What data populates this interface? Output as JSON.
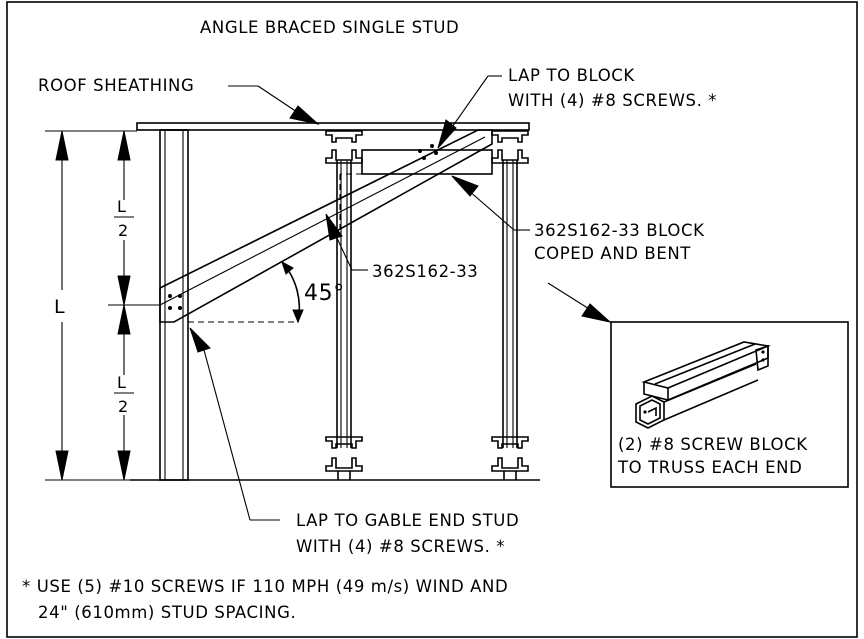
{
  "title": "ANGLE BRACED SINGLE STUD",
  "labels": {
    "roof_sheathing": "ROOF SHEATHING",
    "lap_block_1": "LAP TO BLOCK",
    "lap_block_2": "WITH (4) #8 SCREWS. *",
    "block_1": "362S162-33 BLOCK",
    "block_2": "COPED AND BENT",
    "brace": "362S162-33",
    "angle": "45°",
    "dim_total": "L",
    "dim_half_num": "L",
    "dim_half_den": "2",
    "dim_half2_num": "L",
    "dim_half2_den": "2",
    "lap_stud_1": "LAP TO GABLE END STUD",
    "lap_stud_2": "WITH (4) #8 SCREWS. *",
    "detail_1": "(2) #8 SCREW BLOCK",
    "detail_2": "TO TRUSS EACH END",
    "note_1": "* USE (5) #10 SCREWS IF 110 MPH (49 m/s) WIND AND",
    "note_2": "24\" (610mm) STUD SPACING."
  }
}
